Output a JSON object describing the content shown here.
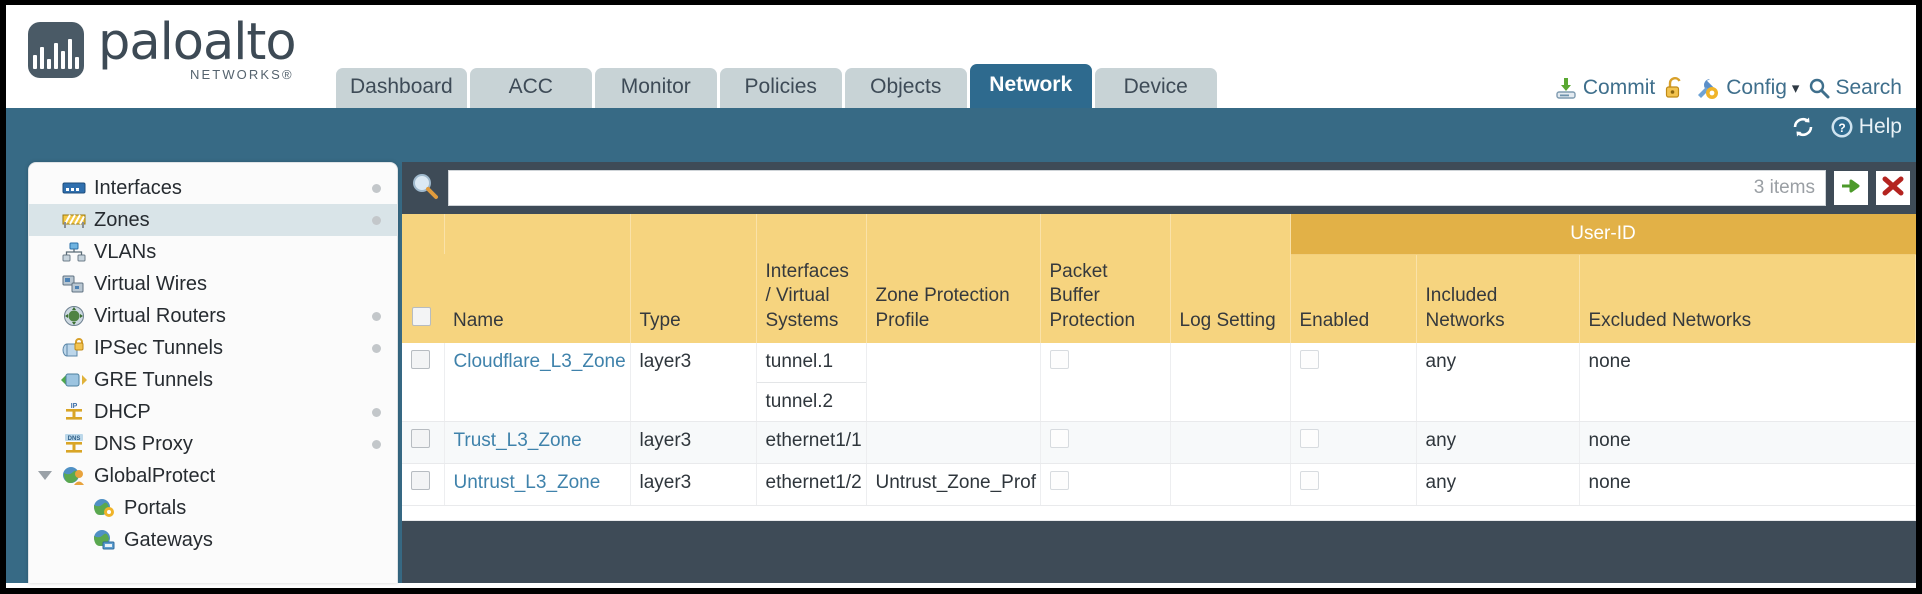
{
  "brand": {
    "name": "paloalto",
    "sub": "NETWORKS",
    "trademark": "®"
  },
  "tabs": [
    {
      "label": "Dashboard",
      "active": false
    },
    {
      "label": "ACC",
      "active": false
    },
    {
      "label": "Monitor",
      "active": false
    },
    {
      "label": "Policies",
      "active": false
    },
    {
      "label": "Objects",
      "active": false
    },
    {
      "label": "Network",
      "active": true
    },
    {
      "label": "Device",
      "active": false
    }
  ],
  "header_actions": {
    "commit": "Commit",
    "lock_icon": "unlock-icon",
    "config": "Config",
    "config_caret": "▾",
    "search": "Search"
  },
  "banner": {
    "refresh_icon": "refresh-icon",
    "help": "Help"
  },
  "sidebar": {
    "items": [
      {
        "label": "Interfaces",
        "icon": "interfaces-icon",
        "dot": true,
        "active": false,
        "sub": false,
        "caret": false
      },
      {
        "label": "Zones",
        "icon": "zones-icon",
        "dot": true,
        "active": true,
        "sub": false,
        "caret": false
      },
      {
        "label": "VLANs",
        "icon": "vlans-icon",
        "dot": false,
        "active": false,
        "sub": false,
        "caret": false
      },
      {
        "label": "Virtual Wires",
        "icon": "virtual-wires-icon",
        "dot": false,
        "active": false,
        "sub": false,
        "caret": false
      },
      {
        "label": "Virtual Routers",
        "icon": "virtual-routers-icon",
        "dot": true,
        "active": false,
        "sub": false,
        "caret": false
      },
      {
        "label": "IPSec Tunnels",
        "icon": "ipsec-tunnels-icon",
        "dot": true,
        "active": false,
        "sub": false,
        "caret": false
      },
      {
        "label": "GRE Tunnels",
        "icon": "gre-tunnels-icon",
        "dot": false,
        "active": false,
        "sub": false,
        "caret": false
      },
      {
        "label": "DHCP",
        "icon": "dhcp-icon",
        "dot": true,
        "active": false,
        "sub": false,
        "caret": false
      },
      {
        "label": "DNS Proxy",
        "icon": "dns-proxy-icon",
        "dot": true,
        "active": false,
        "sub": false,
        "caret": false
      },
      {
        "label": "GlobalProtect",
        "icon": "globalprotect-icon",
        "dot": false,
        "active": false,
        "sub": false,
        "caret": true
      },
      {
        "label": "Portals",
        "icon": "portals-icon",
        "dot": false,
        "active": false,
        "sub": true,
        "caret": false
      },
      {
        "label": "Gateways",
        "icon": "gateways-icon",
        "dot": false,
        "active": false,
        "sub": true,
        "caret": false
      }
    ]
  },
  "search": {
    "value": "",
    "placeholder": "",
    "item_count": "3 items",
    "apply_icon": "apply-arrow-icon",
    "clear_icon": "clear-x-icon",
    "magnifier_icon": "search-icon"
  },
  "table": {
    "group_header": "User-ID",
    "columns": [
      "Name",
      "Type",
      "Interfaces / Virtual Systems",
      "Zone Protection Profile",
      "Packet Buffer Protection",
      "Log Setting",
      "Enabled",
      "Included Networks",
      "Excluded Networks"
    ],
    "rows": [
      {
        "selected": false,
        "name": "Cloudflare_L3_Zone",
        "type": "layer3",
        "interfaces": [
          "tunnel.1",
          "tunnel.2"
        ],
        "zone_protection_profile": "",
        "packet_buffer_protection": false,
        "log_setting": "",
        "userid_enabled": false,
        "included_networks": "any",
        "excluded_networks": "none"
      },
      {
        "selected": false,
        "name": "Trust_L3_Zone",
        "type": "layer3",
        "interfaces": [
          "ethernet1/1"
        ],
        "zone_protection_profile": "",
        "packet_buffer_protection": false,
        "log_setting": "",
        "userid_enabled": false,
        "included_networks": "any",
        "excluded_networks": "none"
      },
      {
        "selected": false,
        "name": "Untrust_L3_Zone",
        "type": "layer3",
        "interfaces": [
          "ethernet1/2"
        ],
        "zone_protection_profile": "Untrust_Zone_Prof",
        "packet_buffer_protection": false,
        "log_setting": "",
        "userid_enabled": false,
        "included_networks": "any",
        "excluded_networks": "none"
      }
    ]
  },
  "colors": {
    "brand_blue": "#376a85",
    "tab_active": "#2e6a8e",
    "tab_inactive": "#c8d3d6",
    "table_header": "#f6d47f",
    "table_group_header": "#e2b147",
    "panel_dark": "#3e4b57",
    "link": "#3f82ab"
  }
}
